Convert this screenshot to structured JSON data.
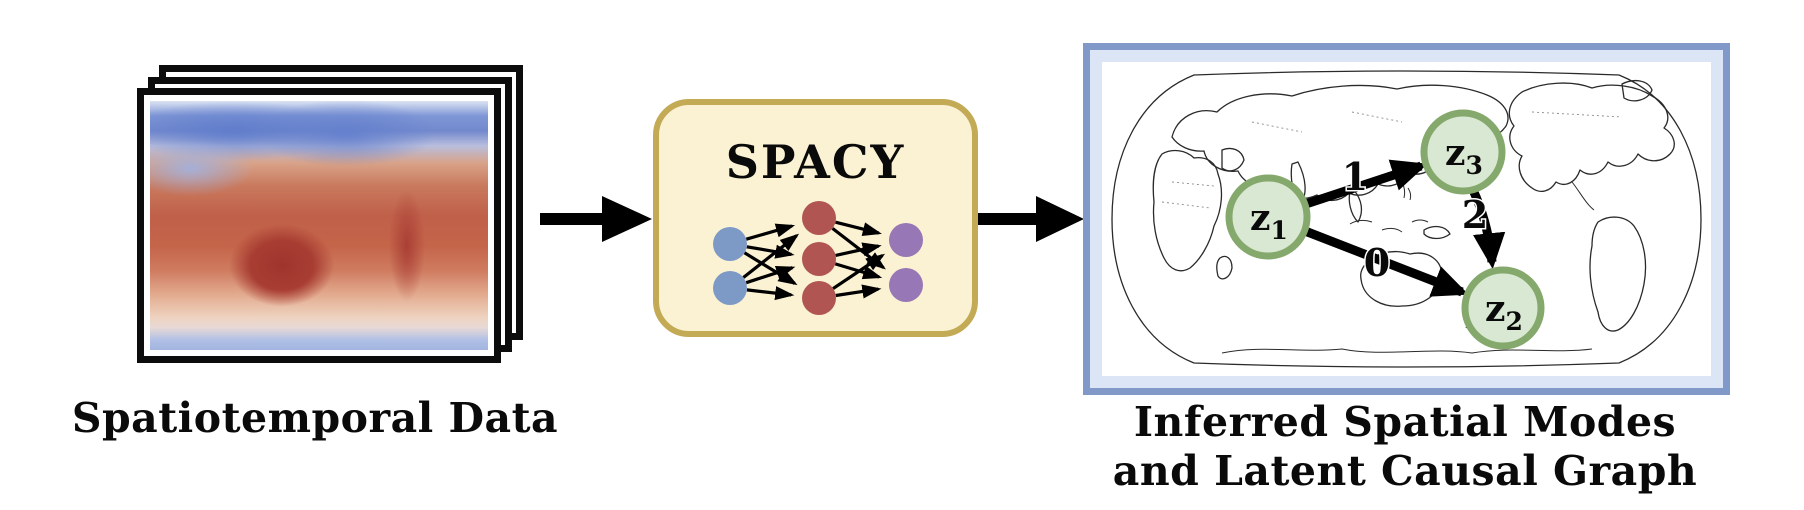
{
  "captions": {
    "left": "Spatiotemporal Data",
    "right_line1": "Inferred Spatial Modes",
    "right_line2": "and Latent Causal Graph"
  },
  "model": {
    "title": "SPACY"
  },
  "stack": {
    "frame_count": 3
  },
  "graph": {
    "nodes": [
      {
        "id": "z1",
        "base": "z",
        "sub": "1"
      },
      {
        "id": "z3",
        "base": "z",
        "sub": "3"
      },
      {
        "id": "z2",
        "base": "z",
        "sub": "2"
      }
    ],
    "edges": [
      {
        "from": "z1",
        "to": "z3",
        "label": "1"
      },
      {
        "from": "z3",
        "to": "z2",
        "label": "2"
      },
      {
        "from": "z1",
        "to": "z2",
        "label": "0"
      }
    ]
  },
  "colors": {
    "model-box-fill": "#fbf2d4",
    "model-box-border": "#c3aa55",
    "nn-input": "#7d9ac7",
    "nn-hidden": "#b05551",
    "nn-output": "#9777b5",
    "latent-node-fill": "#d9e8d2",
    "latent-node-border": "#85a96c",
    "panel-border": "#8099c8",
    "panel-padding": "#dce5f6",
    "map-line": "#2a2a2a",
    "arrow": "#000000"
  }
}
